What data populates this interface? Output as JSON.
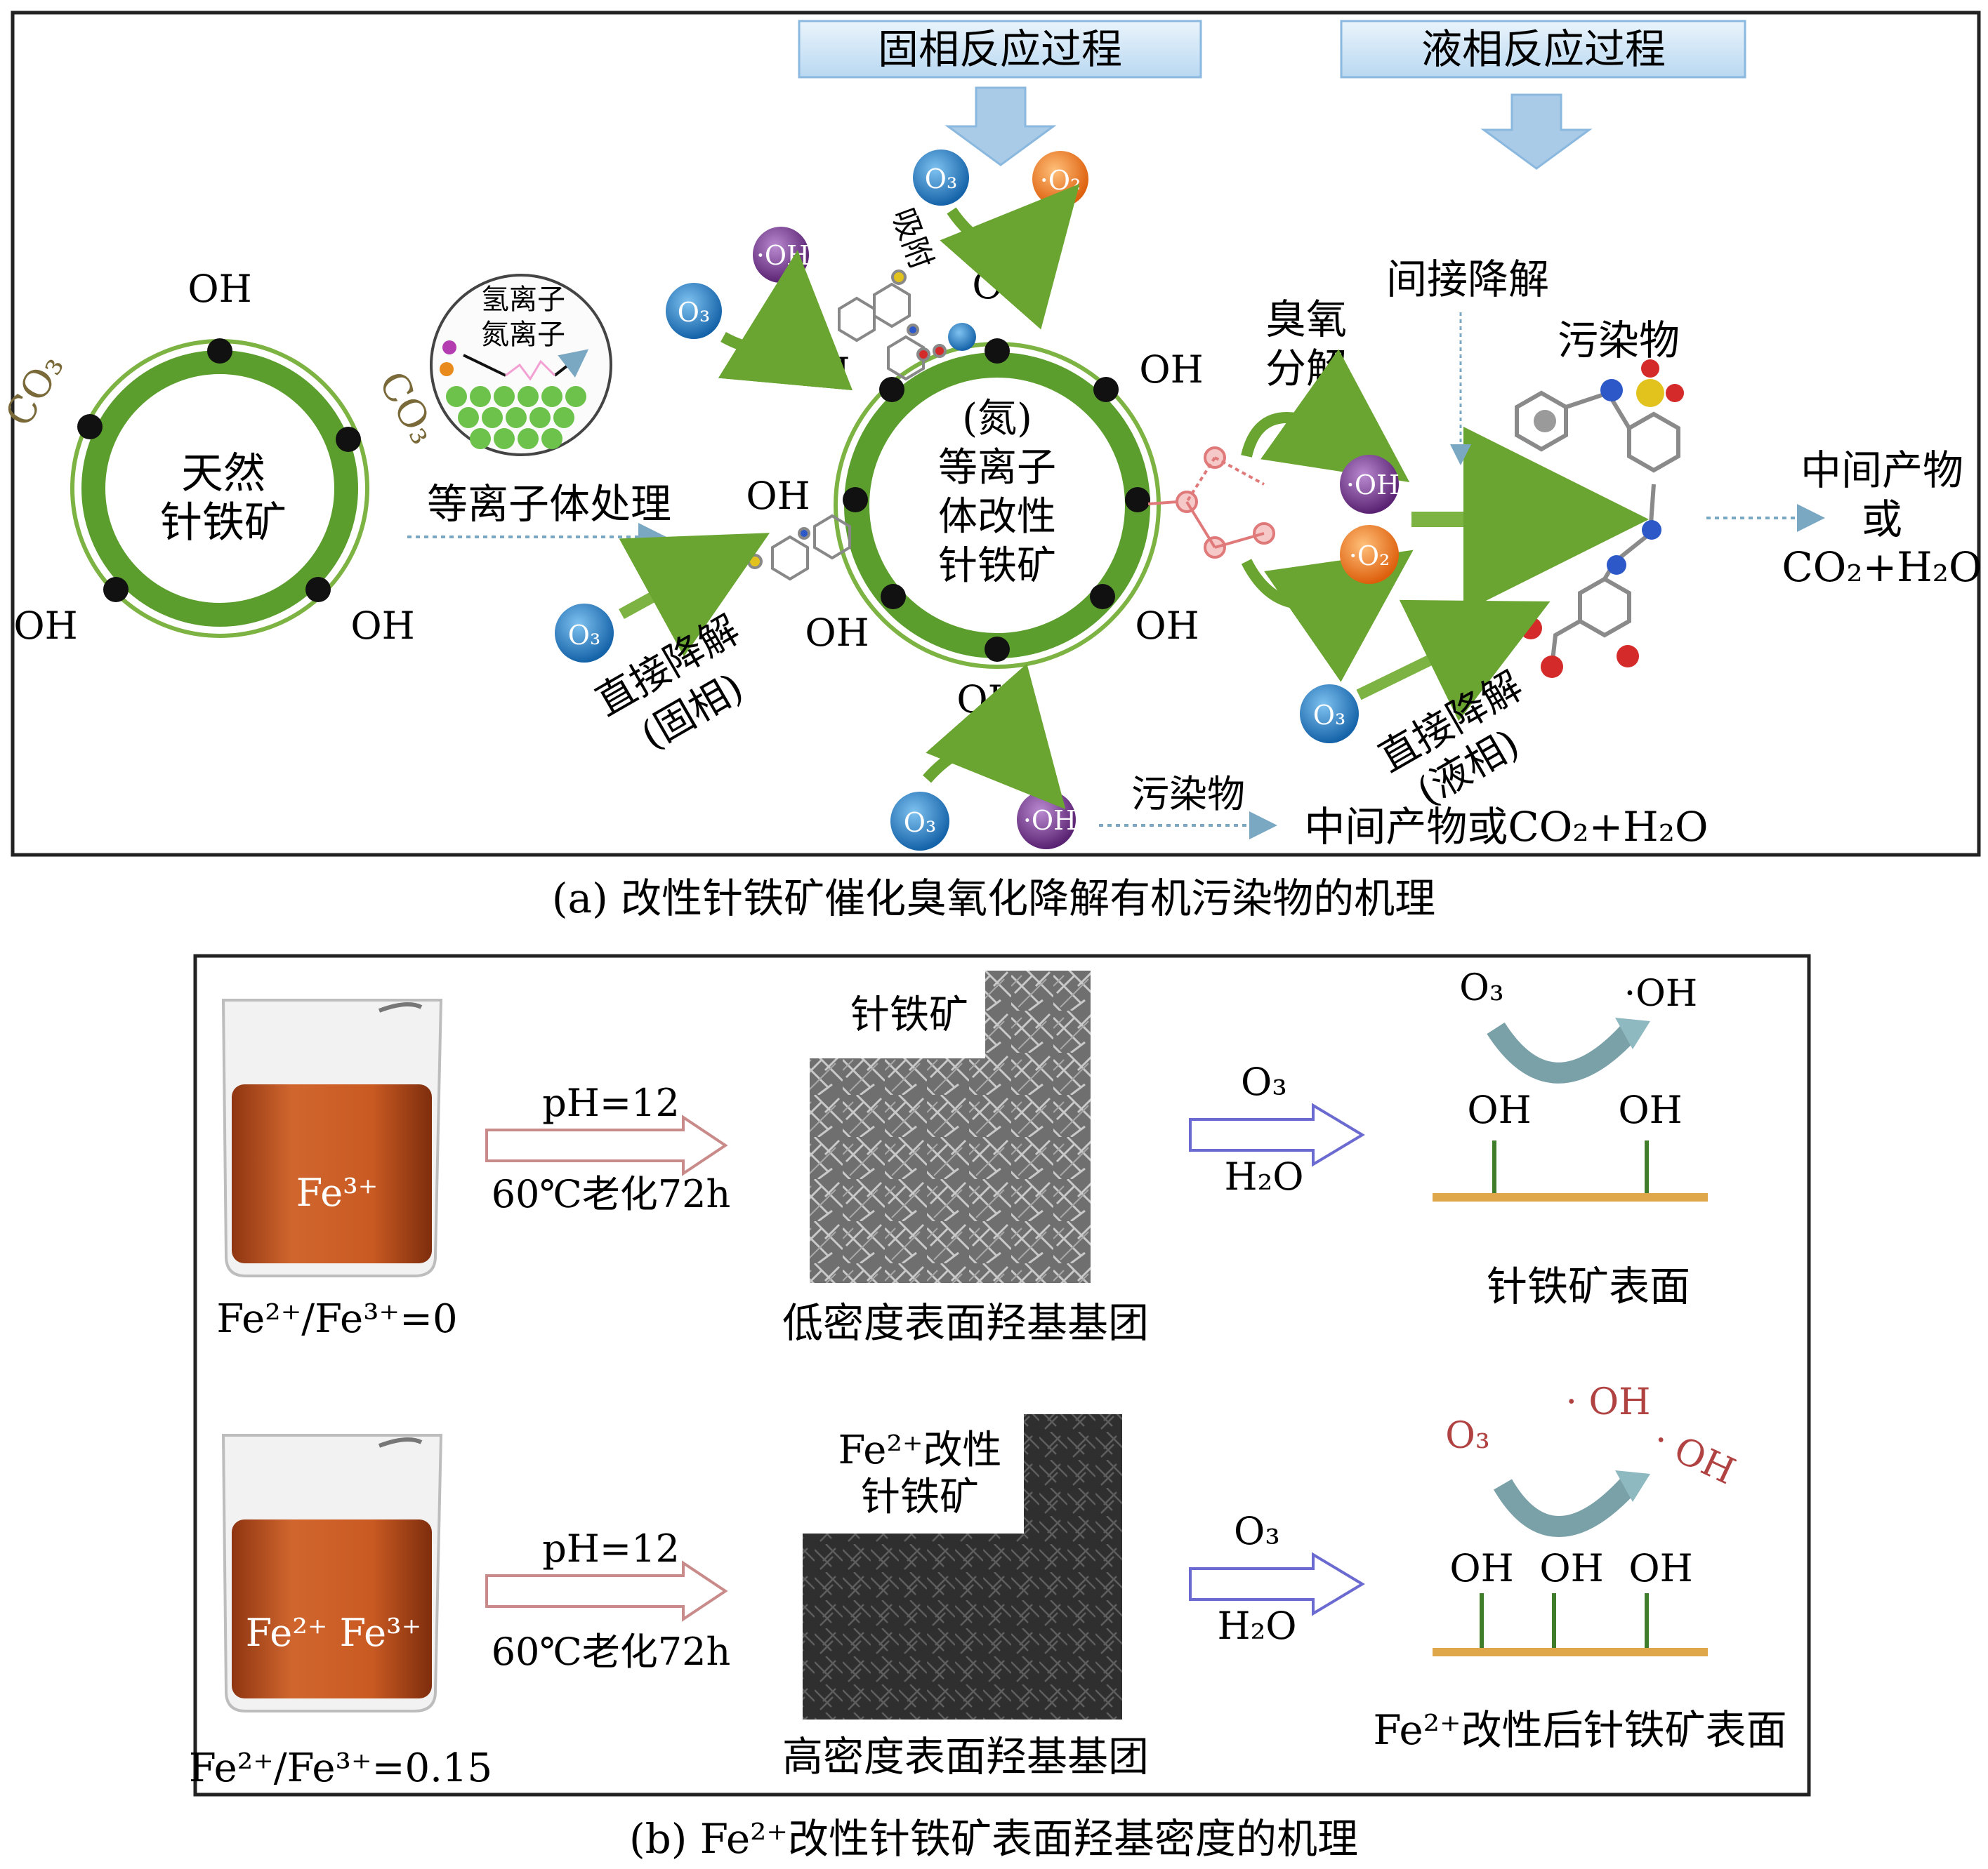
{
  "panel_a": {
    "solid_phase": "固相反应过程",
    "liquid_phase": "液相反应过程",
    "natural_label_1": "天然",
    "natural_label_2": "针铁矿",
    "plasma_circle_1": "氢离子",
    "plasma_circle_2": "氮离子",
    "plasma_treatment": "等离子体处理",
    "modified_1": "(氮)",
    "modified_2": "等离子",
    "modified_3": "体改性",
    "modified_4": "针铁矿",
    "adsorb": "吸附",
    "direct_solid_1": "直接降解",
    "direct_solid_2": "(固相)",
    "ozone_decomp_1": "臭氧",
    "ozone_decomp_2": "分解",
    "indirect": "间接降解",
    "pollutant": "污染物",
    "direct_liquid_1": "直接降解",
    "direct_liquid_2": "(液相)",
    "product_1": "中间产物",
    "product_2": "或",
    "product_3": "CO₂+H₂O",
    "bottom_pollutant": "污染物",
    "bottom_product": "中间产物或CO₂+H₂O",
    "oh": "OH",
    "co3": "CO₃",
    "o3": "O₃",
    "o2_radical": "·O₂",
    "oh_radical": "·OH",
    "caption": "(a) 改性针铁矿催化臭氧化降解有机污染物的机理"
  },
  "panel_b": {
    "row1": {
      "beaker_ion": "Fe³⁺",
      "ratio": "Fe²⁺/Fe³⁺=0",
      "ph": "pH=12",
      "aging": "60℃老化72h",
      "sem_label": "针铁矿",
      "density": "低密度表面羟基基团",
      "o3": "O₃",
      "h2o": "H₂O",
      "rx_o3": "O₃",
      "rx_oh": "·OH",
      "oh": "OH",
      "surface": "针铁矿表面"
    },
    "row2": {
      "beaker_ion": "Fe²⁺ Fe³⁺",
      "ratio": "Fe²⁺/Fe³⁺=0.15",
      "ph": "pH=12",
      "aging": "60℃老化72h",
      "sem_label_1": "Fe²⁺改性",
      "sem_label_2": "针铁矿",
      "density": "高密度表面羟基基团",
      "o3": "O₃",
      "h2o": "H₂O",
      "rx_o3": "O₃",
      "rx_oh1": "· OH",
      "rx_oh2": "· OH",
      "oh": "OH",
      "surface": "Fe²⁺改性后针铁矿表面"
    },
    "caption": "(b) Fe²⁺改性针铁矿表面羟基密度的机理"
  },
  "colors": {
    "ring_green": "#5c9e2e",
    "o3_blue": "#1f78c1",
    "o2_orange": "#ef7a1a",
    "oh_purple": "#7b3b93",
    "beaker_liquid": "#c2541f",
    "arrow_blue": "#a9cbe8",
    "surface_bar": "#e0a64a",
    "radical_red": "#b04242"
  }
}
